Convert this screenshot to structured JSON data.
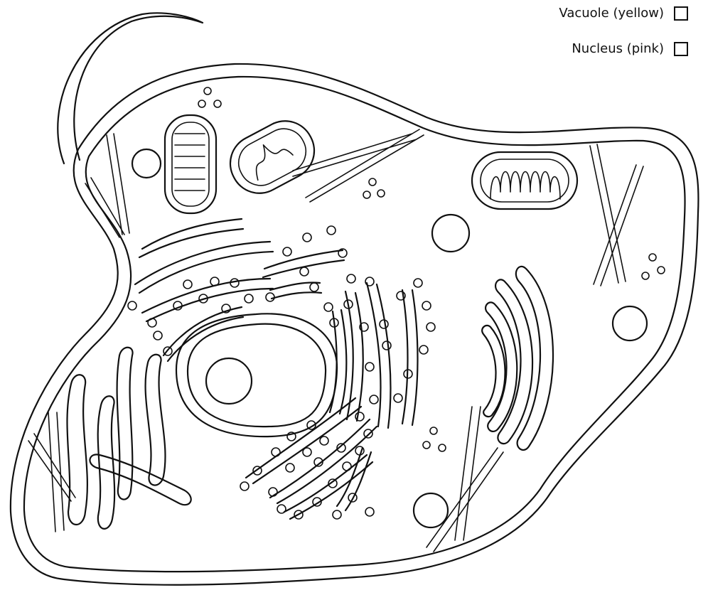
{
  "legend": [
    {
      "label": "Vacuole (yellow)",
      "color_name": "yellow",
      "checked": false
    },
    {
      "label": "Nucleus (pink)",
      "color_name": "pink",
      "checked": false
    }
  ]
}
